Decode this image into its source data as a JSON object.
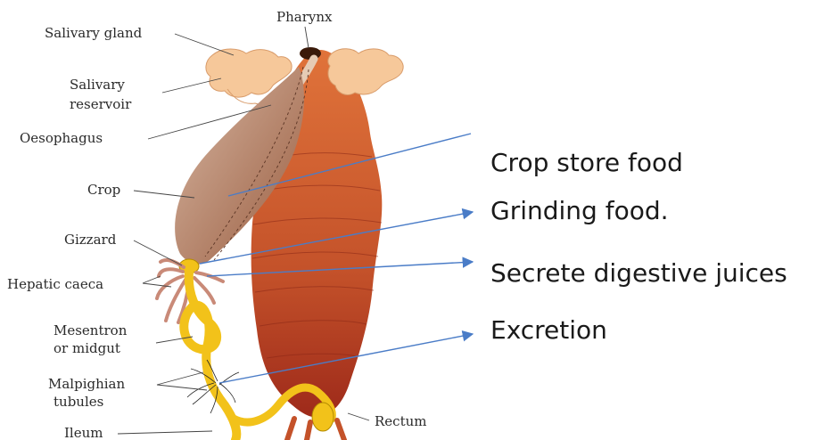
{
  "labels": {
    "salivary_gland": "Salivary gland",
    "pharynx": "Pharynx",
    "salivary_reservoir_1": "Salivary",
    "salivary_reservoir_2": "reservoir",
    "oesophagus": "Oesophagus",
    "crop": "Crop",
    "gizzard": "Gizzard",
    "hepatic_caeca": "Hepatic caeca",
    "mesentron_1": "Mesentron",
    "mesentron_2": "or midgut",
    "malpighian_1": "Malpighian",
    "malpighian_2": "tubules",
    "ileum": "Ileum",
    "rectum": "Rectum"
  },
  "annotations": {
    "crop": "Crop store food",
    "gizzard": "Grinding food.",
    "hepatic": "Secrete digestive juices",
    "malpighian": "Excretion"
  },
  "colors": {
    "body_dark": "#a8331e",
    "body_light": "#e0733a",
    "crop": "#b07a5e",
    "gut": "#f2c21a",
    "gland": "#f6c89a",
    "arrow": "#4a7cc7"
  }
}
